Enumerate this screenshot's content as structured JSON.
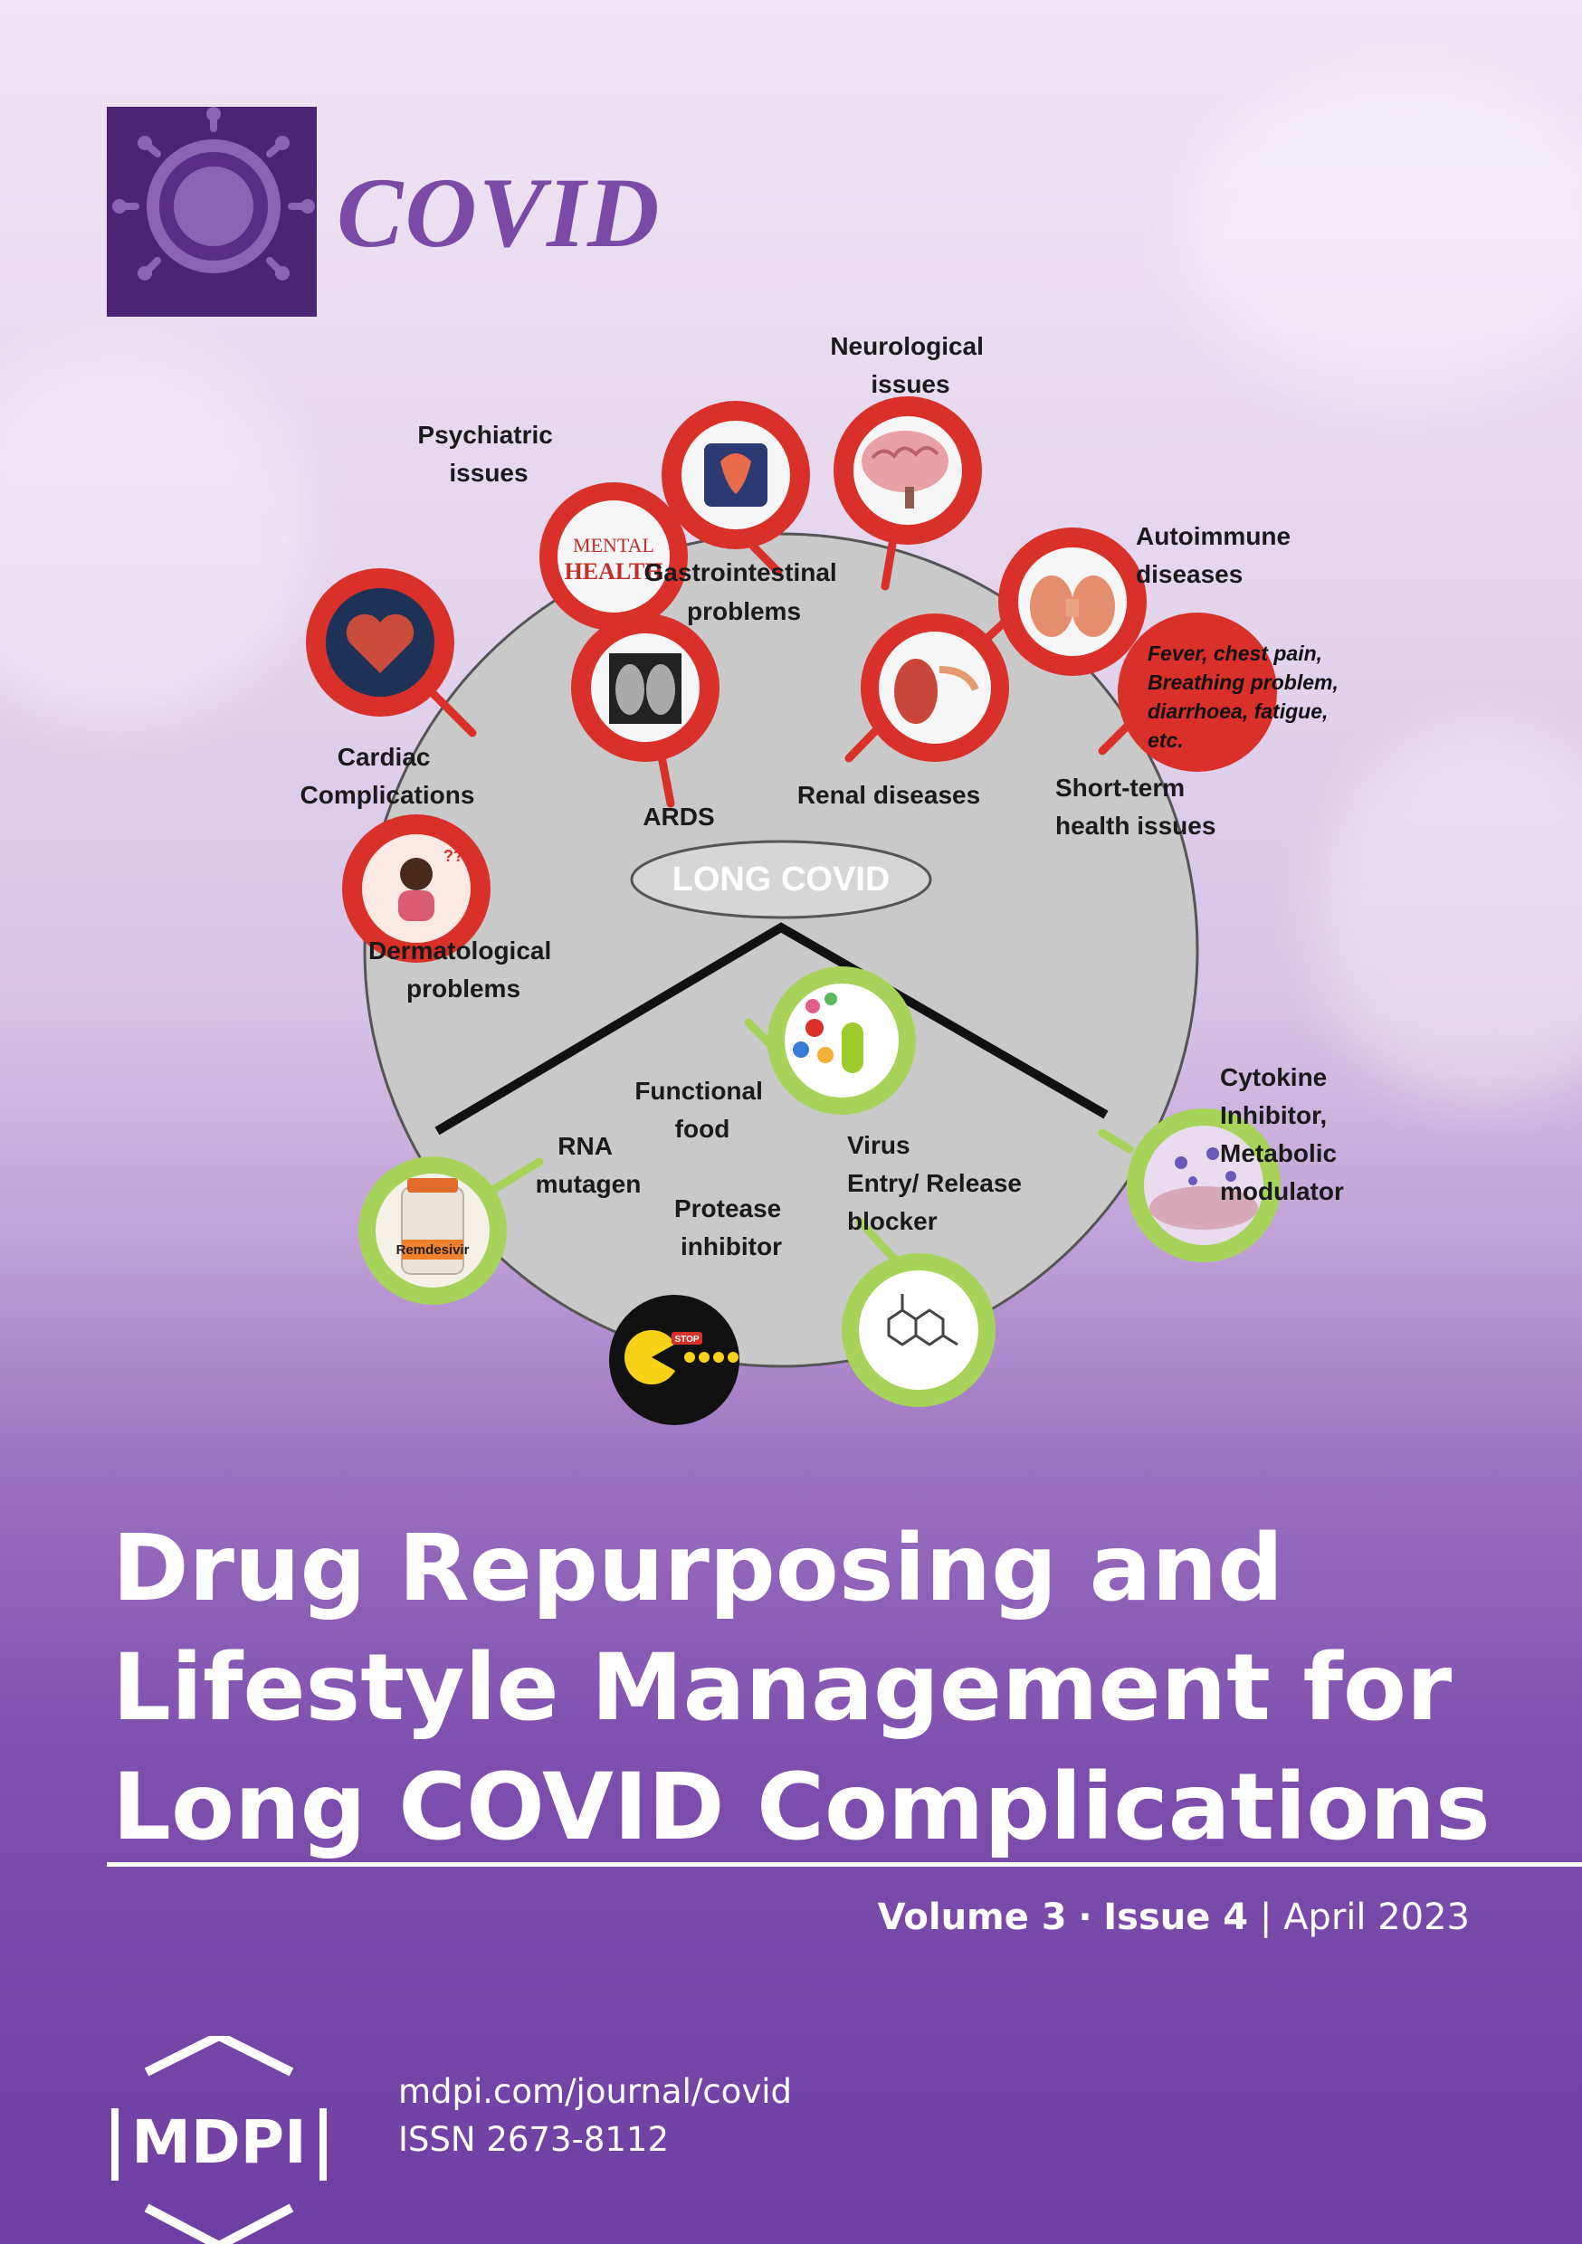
{
  "journal": {
    "name": "COVID"
  },
  "diagram": {
    "center_label": "LONG COVID",
    "labels": {
      "neurological": [
        "Neurological",
        "issues"
      ],
      "psychiatric": [
        "Psychiatric",
        "issues"
      ],
      "gastro": [
        "Gastrointestinal",
        "problems"
      ],
      "autoimmune": [
        "Autoimmune",
        "diseases"
      ],
      "fever": [
        "Fever, chest pain,",
        "Breathing problem,",
        "diarrhoea, fatigue,",
        "etc."
      ],
      "cardiac": [
        "Cardiac",
        "Complications"
      ],
      "ards": [
        "ARDS"
      ],
      "renal": [
        "Renal diseases"
      ],
      "shortterm": [
        "Short-term",
        "health issues"
      ],
      "dermatological": [
        "Dermatological",
        "problems"
      ],
      "functional_food": [
        "Functional",
        "food"
      ],
      "rna_mutagen": [
        "RNA",
        "mutagen"
      ],
      "virus_blocker": [
        "Virus",
        "Entry/  Release",
        "blocker"
      ],
      "protease": [
        "Protease",
        "inhibitor"
      ],
      "cytokine": [
        "Cytokine",
        "Inhibitor,",
        "Metabolic",
        "modulator"
      ]
    },
    "mental_health_text": [
      "MENTAL",
      "HEALTH"
    ],
    "remdesivir_text": "Remdesivir",
    "stop_text": "STOP"
  },
  "cover_title": {
    "lines": [
      "Drug Repurposing and",
      "Lifestyle Management for",
      "Long COVID Complications"
    ]
  },
  "issue": {
    "volume": "Volume 3",
    "separator": "·",
    "issue": "Issue 4",
    "bar": "|",
    "date": "April 2023"
  },
  "publisher": {
    "logo_text": "MDPI",
    "url": "mdpi.com/journal/covid",
    "issn": "ISSN 2673-8112"
  },
  "colors": {
    "title_purple": "#7a4aa6",
    "logo_bg": "#4b2574",
    "symptom_ring": "#d9302a",
    "treatment_ring": "#a8d35a"
  }
}
